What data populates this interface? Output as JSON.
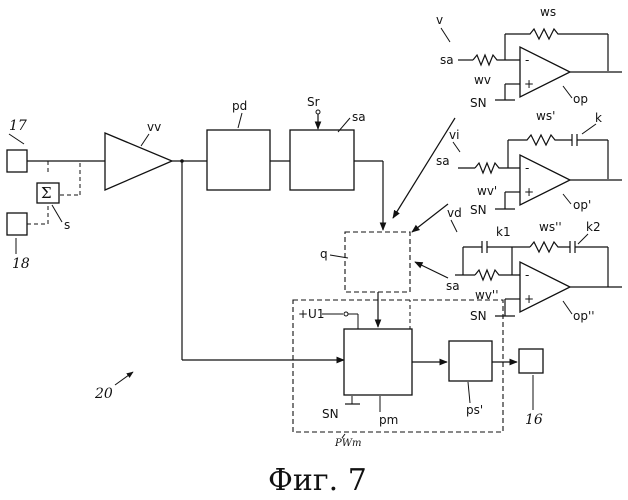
{
  "caption": "Фиг. 7",
  "figure_number": "20",
  "blocks": {
    "b17": "17",
    "b18": "18",
    "sum_symbol": "Σ",
    "sum_label": "s",
    "vv": "vv",
    "pd": "pd",
    "sa_block": "sa",
    "sr": "Sr",
    "q": "q",
    "pm": "pm",
    "ps": "ps'",
    "b16": "16",
    "u1": "+U1",
    "sn_pm": "SN",
    "pwm": "PWm"
  },
  "circuit_v": {
    "v": "v",
    "ws": "ws",
    "wv": "wv",
    "sa": "sa",
    "op": "op",
    "sn": "SN",
    "minus": "-",
    "plus": "+"
  },
  "circuit_vi": {
    "vi": "vi",
    "ws": "ws'",
    "k": "k",
    "wv": "wv'",
    "sa": "sa",
    "op": "op'",
    "sn": "SN",
    "minus": "-",
    "plus": "+"
  },
  "circuit_vd": {
    "vd": "vd",
    "k1": "k1",
    "ws": "ws''",
    "k2": "k2",
    "wv": "wv''",
    "sa": "sa",
    "op": "op''",
    "sn": "SN",
    "minus": "-",
    "plus": "+"
  }
}
